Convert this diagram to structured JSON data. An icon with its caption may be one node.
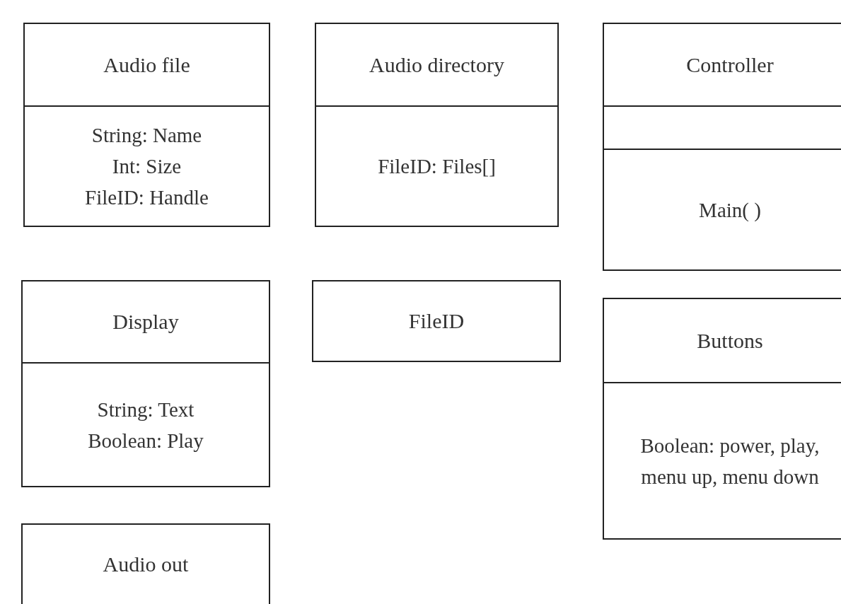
{
  "diagram": {
    "nodes": [
      {
        "text": [
          "Audio file",
          "String: Name",
          "Int: Size",
          "FileID: Handle"
        ]
      },
      {
        "text": [
          "Audio directory",
          "FileID: Files[]"
        ]
      },
      {
        "text": [
          "Controller",
          "Main( )"
        ]
      },
      {
        "text": [
          "Display",
          "String: Text",
          "Boolean: Play"
        ]
      },
      {
        "text": [
          "FileID"
        ]
      },
      {
        "text": [
          "Buttons",
          "Boolean: power, play, menu up, menu down"
        ]
      },
      {
        "text": [
          "Audio out"
        ]
      }
    ]
  }
}
